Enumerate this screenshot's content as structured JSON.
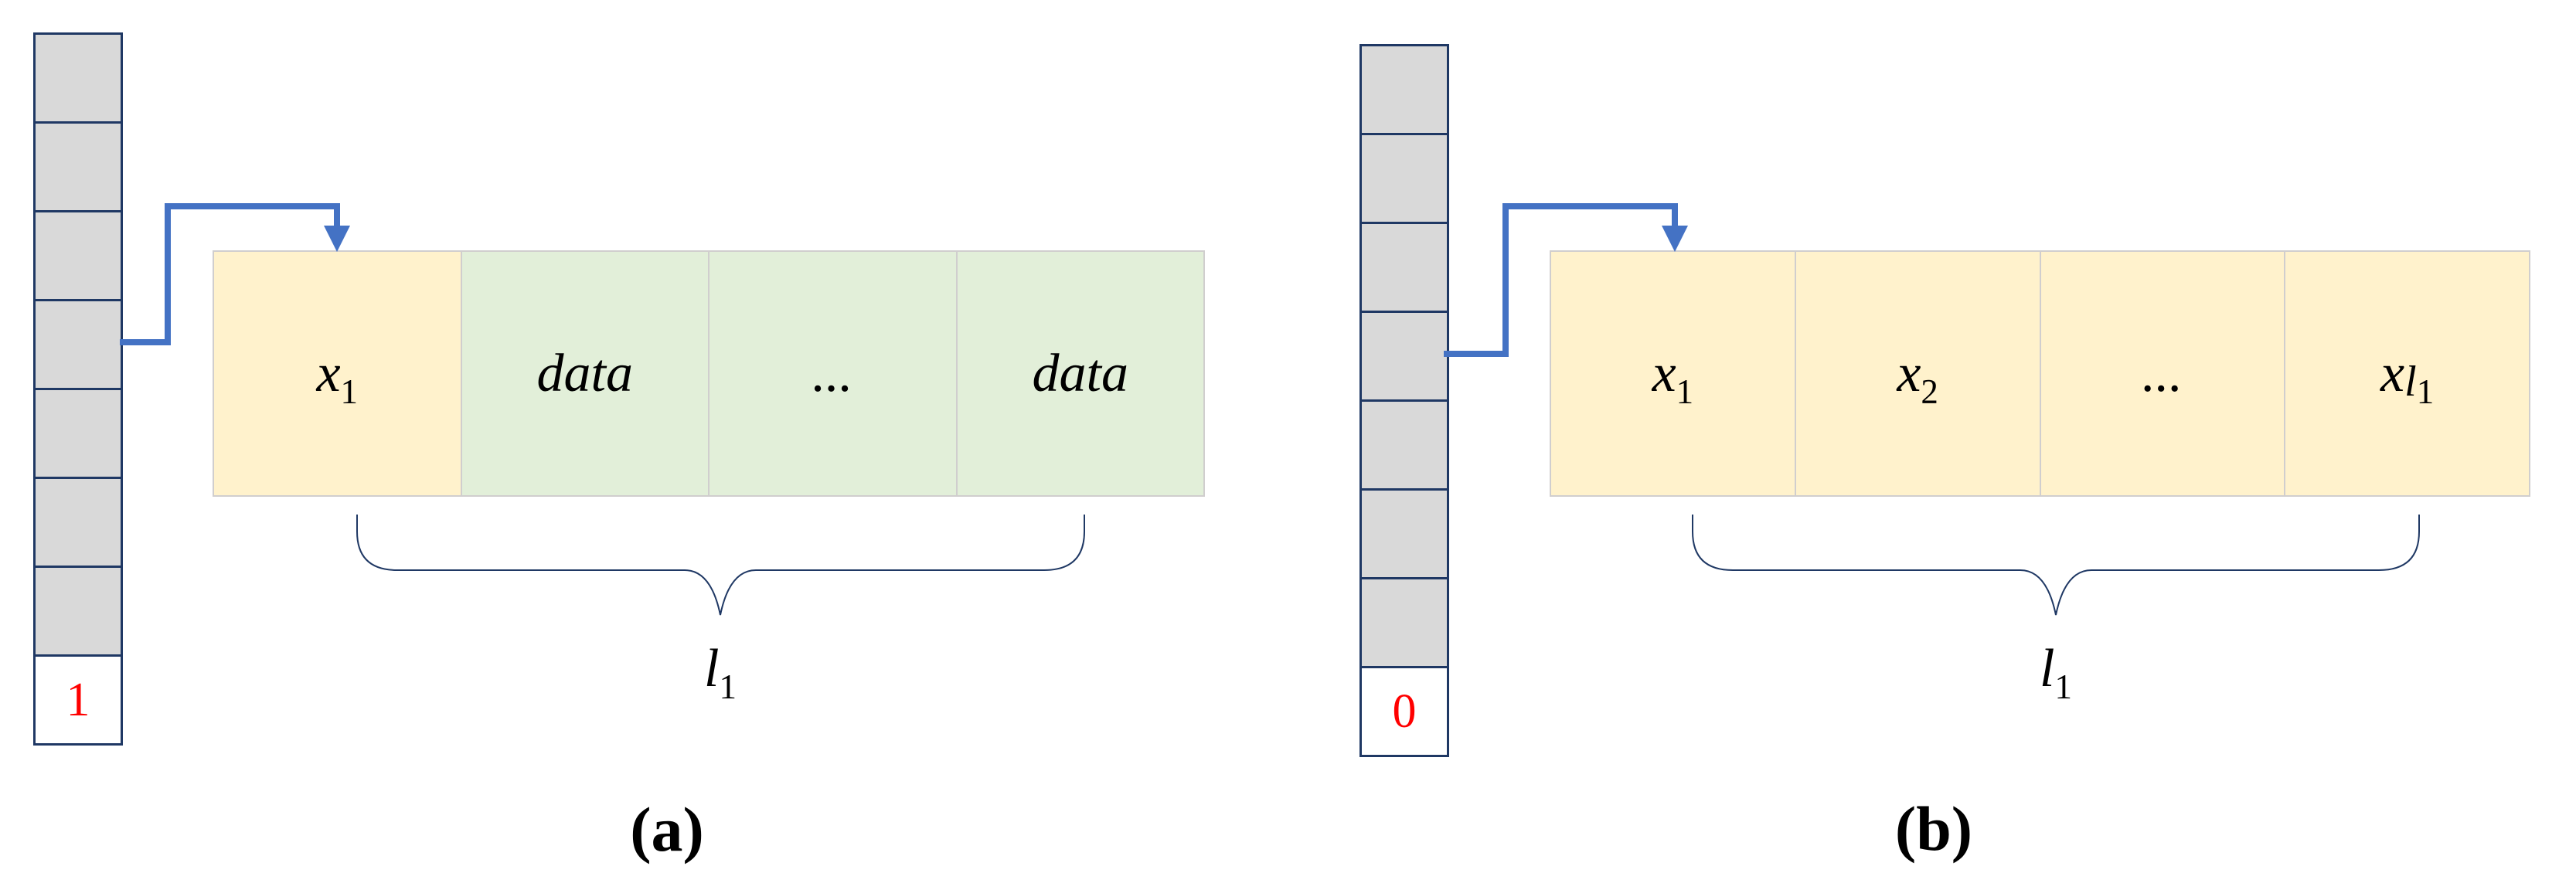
{
  "figure_kind": "two-panel memory-layout diagram",
  "colors": {
    "background": "#FFFFFF",
    "stack_cell_fill": "#D9D9D9",
    "stack_border": "#1F3864",
    "flag_digit": "#FF0000",
    "arrow": "#4472C4",
    "array_border": "#D0CECE",
    "array_yellow_fill": "#FFF2CC",
    "array_green_fill": "#E2EFD9",
    "brace": "#1F3864",
    "label_text": "#000000"
  },
  "figures": [
    {
      "caption": "(a)",
      "flag": "1",
      "stack_cell_count": 8,
      "array_cells": [
        {
          "main": "x",
          "mid": "",
          "sub": "1"
        },
        {
          "main": "data",
          "mid": "",
          "sub": ""
        },
        {
          "main": "...",
          "mid": "",
          "sub": ""
        },
        {
          "main": "data",
          "mid": "",
          "sub": ""
        }
      ],
      "brace_label": {
        "main": "l",
        "sub": "1"
      }
    },
    {
      "caption": "(b)",
      "flag": "0",
      "stack_cell_count": 8,
      "array_cells": [
        {
          "main": "x",
          "mid": "",
          "sub": "1"
        },
        {
          "main": "x",
          "mid": "",
          "sub": "2"
        },
        {
          "main": "...",
          "mid": "",
          "sub": ""
        },
        {
          "main": "x",
          "mid": "l",
          "sub": "1"
        }
      ],
      "brace_label": {
        "main": "l",
        "sub": "1"
      }
    }
  ]
}
